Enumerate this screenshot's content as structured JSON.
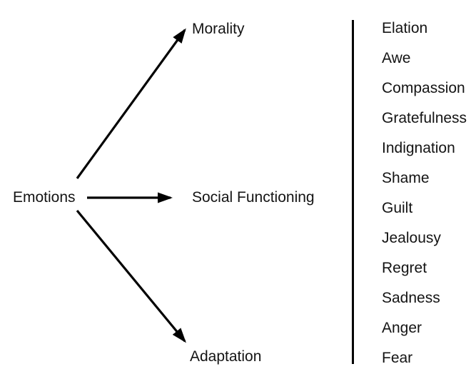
{
  "diagram": {
    "root_label": "Emotions",
    "branches": [
      {
        "label": "Morality"
      },
      {
        "label": "Social Functioning"
      },
      {
        "label": "Adaptation"
      }
    ],
    "relations": [
      {
        "from": "Emotions",
        "to": "Morality"
      },
      {
        "from": "Emotions",
        "to": "Social Functioning"
      },
      {
        "from": "Emotions",
        "to": "Adaptation"
      }
    ]
  },
  "emotions": [
    "Elation",
    "Awe",
    "Compassion",
    "Gratefulness",
    "Indignation",
    "Shame",
    "Guilt",
    "Jealousy",
    "Regret",
    "Sadness",
    "Anger",
    "Fear"
  ],
  "colors": {
    "background": "#ffffff",
    "text": "#141414",
    "line": "#000000"
  }
}
